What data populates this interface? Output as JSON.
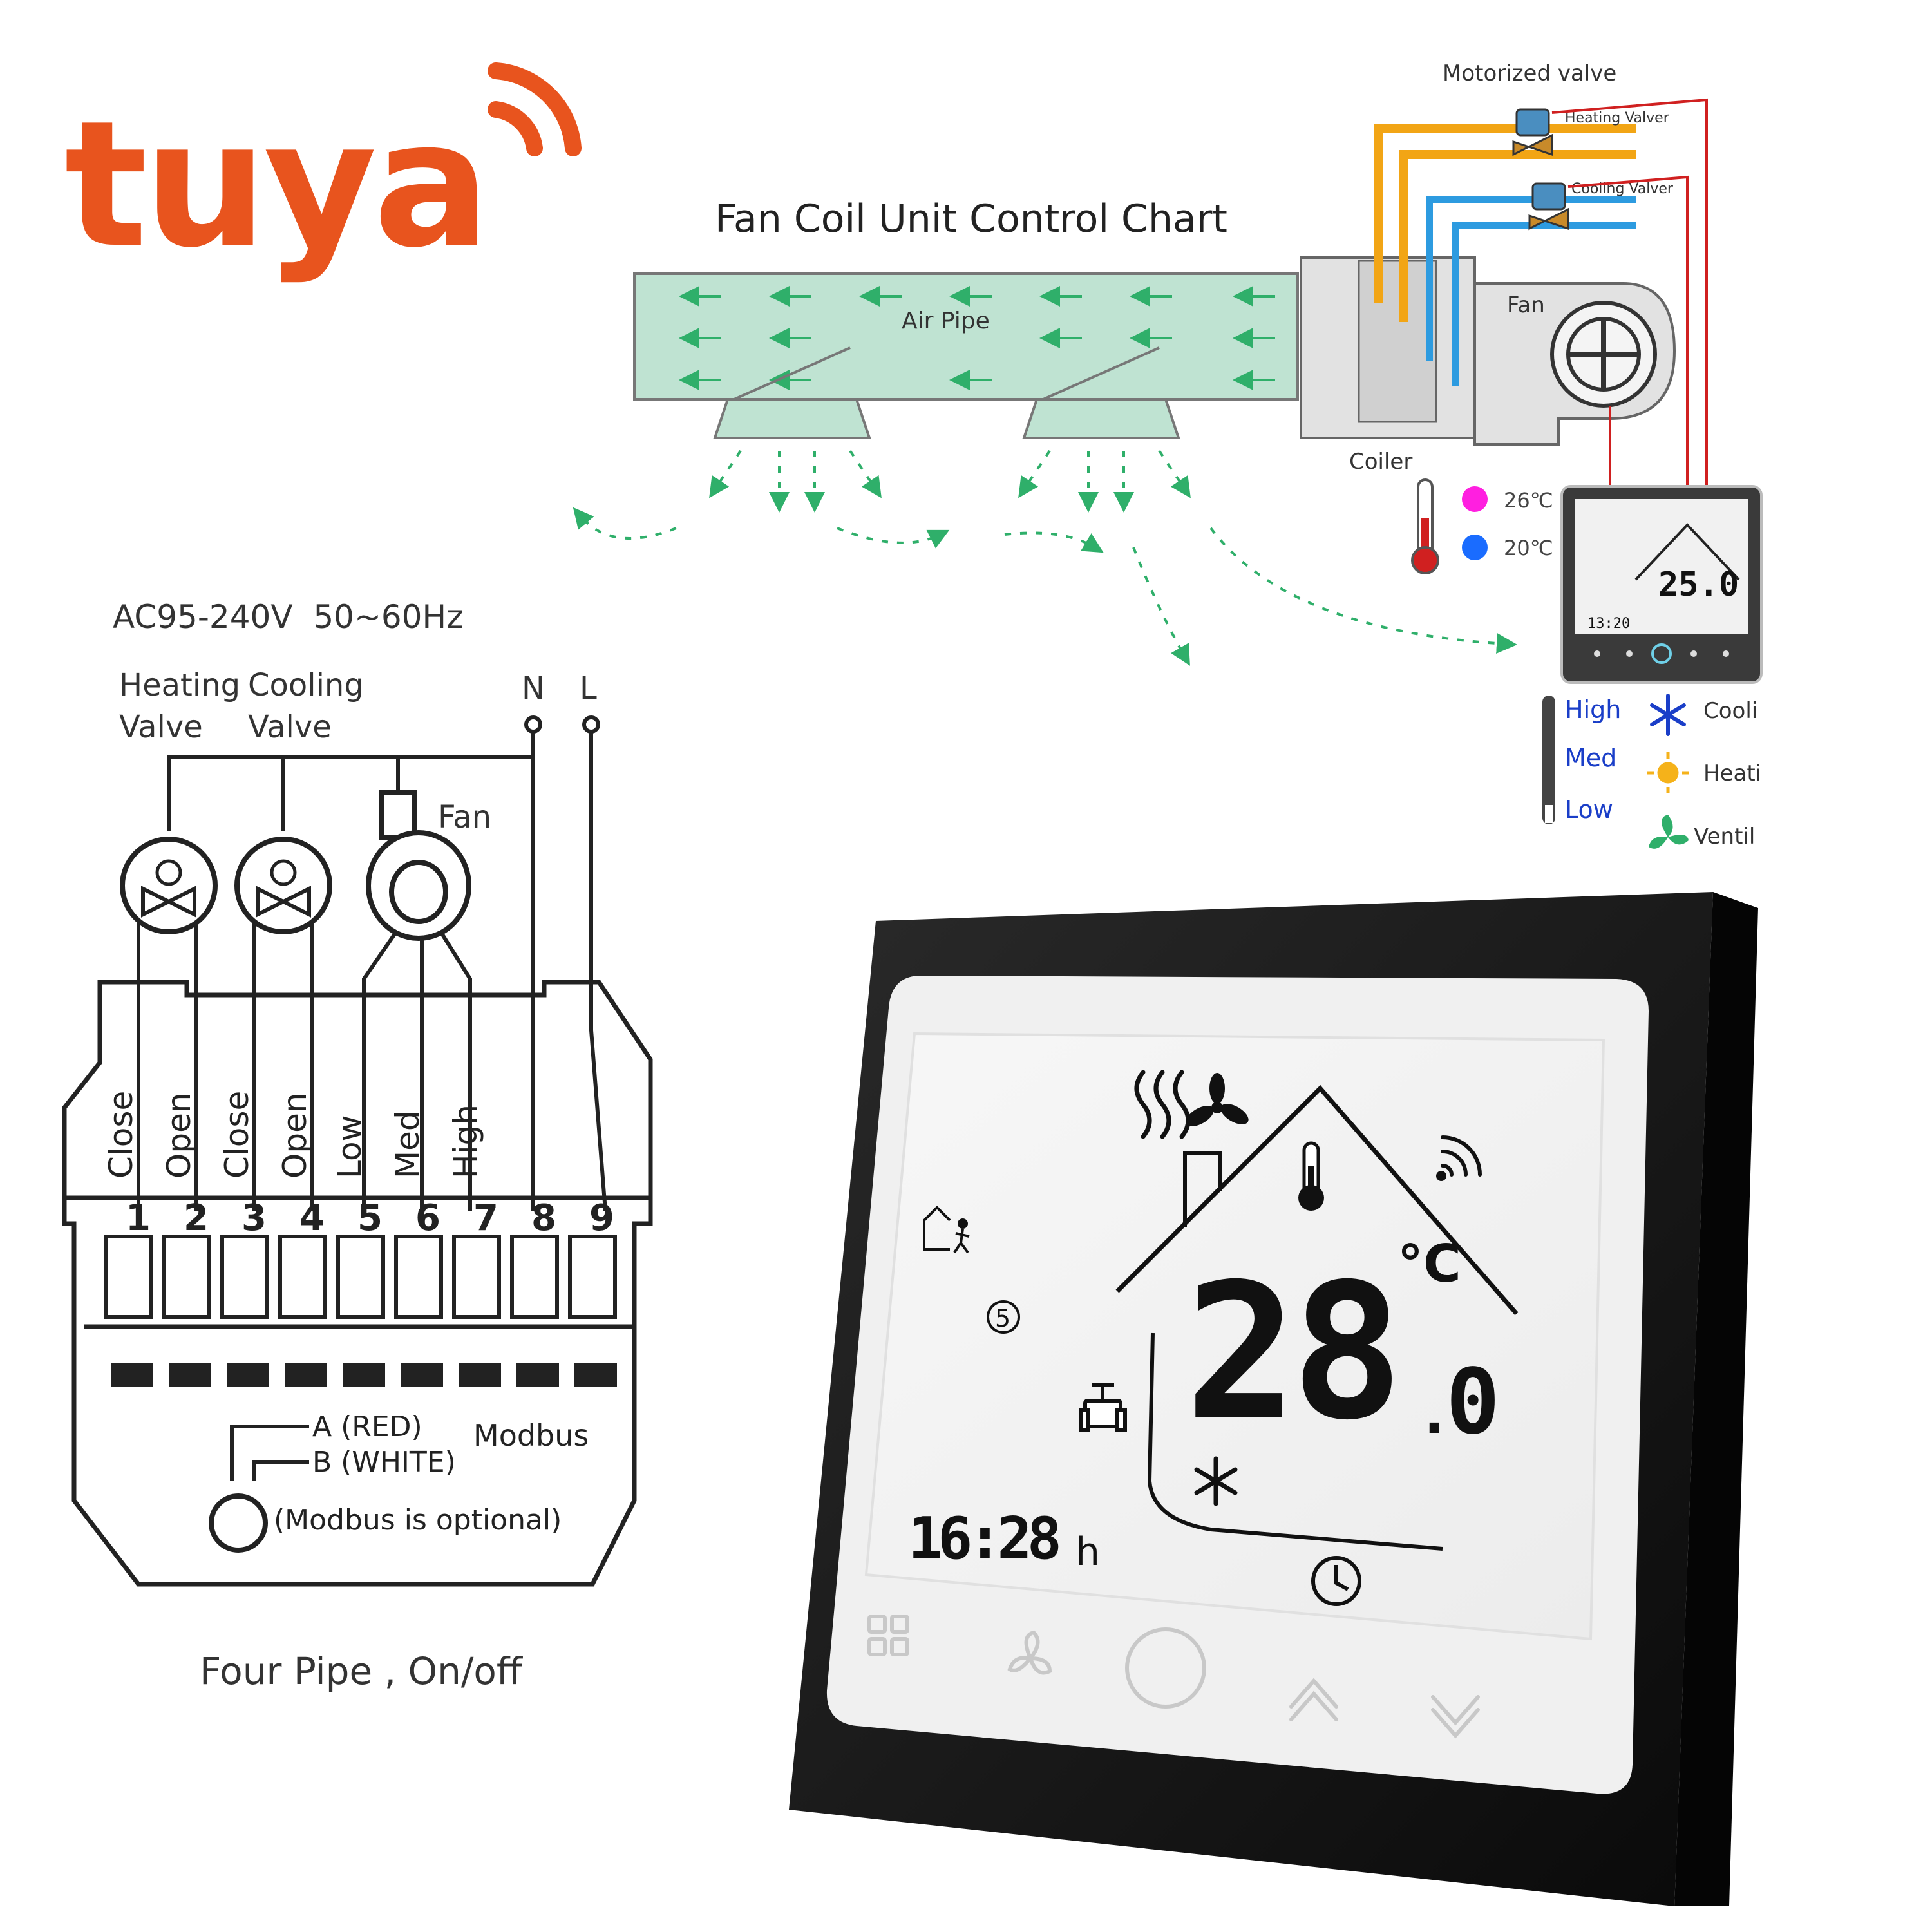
{
  "brand": {
    "logo_text": "tuya",
    "color": "#e8541e"
  },
  "fan_coil_chart": {
    "title": "Fan Coil Unit Control Chart",
    "air_pipe_label": "Air Pipe",
    "fan_label": "Fan",
    "coiler_label": "Coiler",
    "motorized_valve_label": "Motorized valve",
    "heating_valve_label": "Heating Valver",
    "cooling_valve_label": "Cooling Valver",
    "temp_high": "26℃",
    "temp_low": "20℃",
    "fan_speeds": [
      "High",
      "Med",
      "Low"
    ],
    "modes": [
      "Cooli",
      "Heati",
      "Ventil"
    ],
    "mini_display": {
      "temperature": "25.0",
      "clock": "13:20"
    },
    "colors": {
      "pipe_fill": "#bfe3d2",
      "hot_pipe": "#f2a515",
      "cold_pipe": "#2d9be0",
      "wire": "#d02020",
      "arrow": "#2faf6a",
      "fan_speed_text": "#1a3ec8"
    }
  },
  "wiring": {
    "supply": "AC95-240V  50~60Hz",
    "heating_valve": [
      "Heating",
      "Valve"
    ],
    "cooling_valve": [
      "Cooling",
      "Valve"
    ],
    "neutral": "N",
    "line": "L",
    "fan": "Fan",
    "terminal_functions": [
      "Close",
      "Open",
      "Close",
      "Open",
      "Low",
      "Med",
      "High"
    ],
    "terminal_numbers": [
      "1",
      "2",
      "3",
      "4",
      "5",
      "6",
      "7",
      "8",
      "9"
    ],
    "modbus_a": "A (RED)",
    "modbus_b": "B (WHITE)",
    "modbus_label": "Modbus",
    "modbus_note": "(Modbus is optional)",
    "caption": "Four Pipe , On/off"
  },
  "thermostat": {
    "temperature_main": "28",
    "temperature_decimal": "0",
    "unit": "°C",
    "clock": "16:28",
    "clock_suffix": "h",
    "program_index": "5",
    "buttons": [
      "menu-button",
      "fan-speed-button",
      "power-button",
      "up-button",
      "down-button"
    ]
  }
}
